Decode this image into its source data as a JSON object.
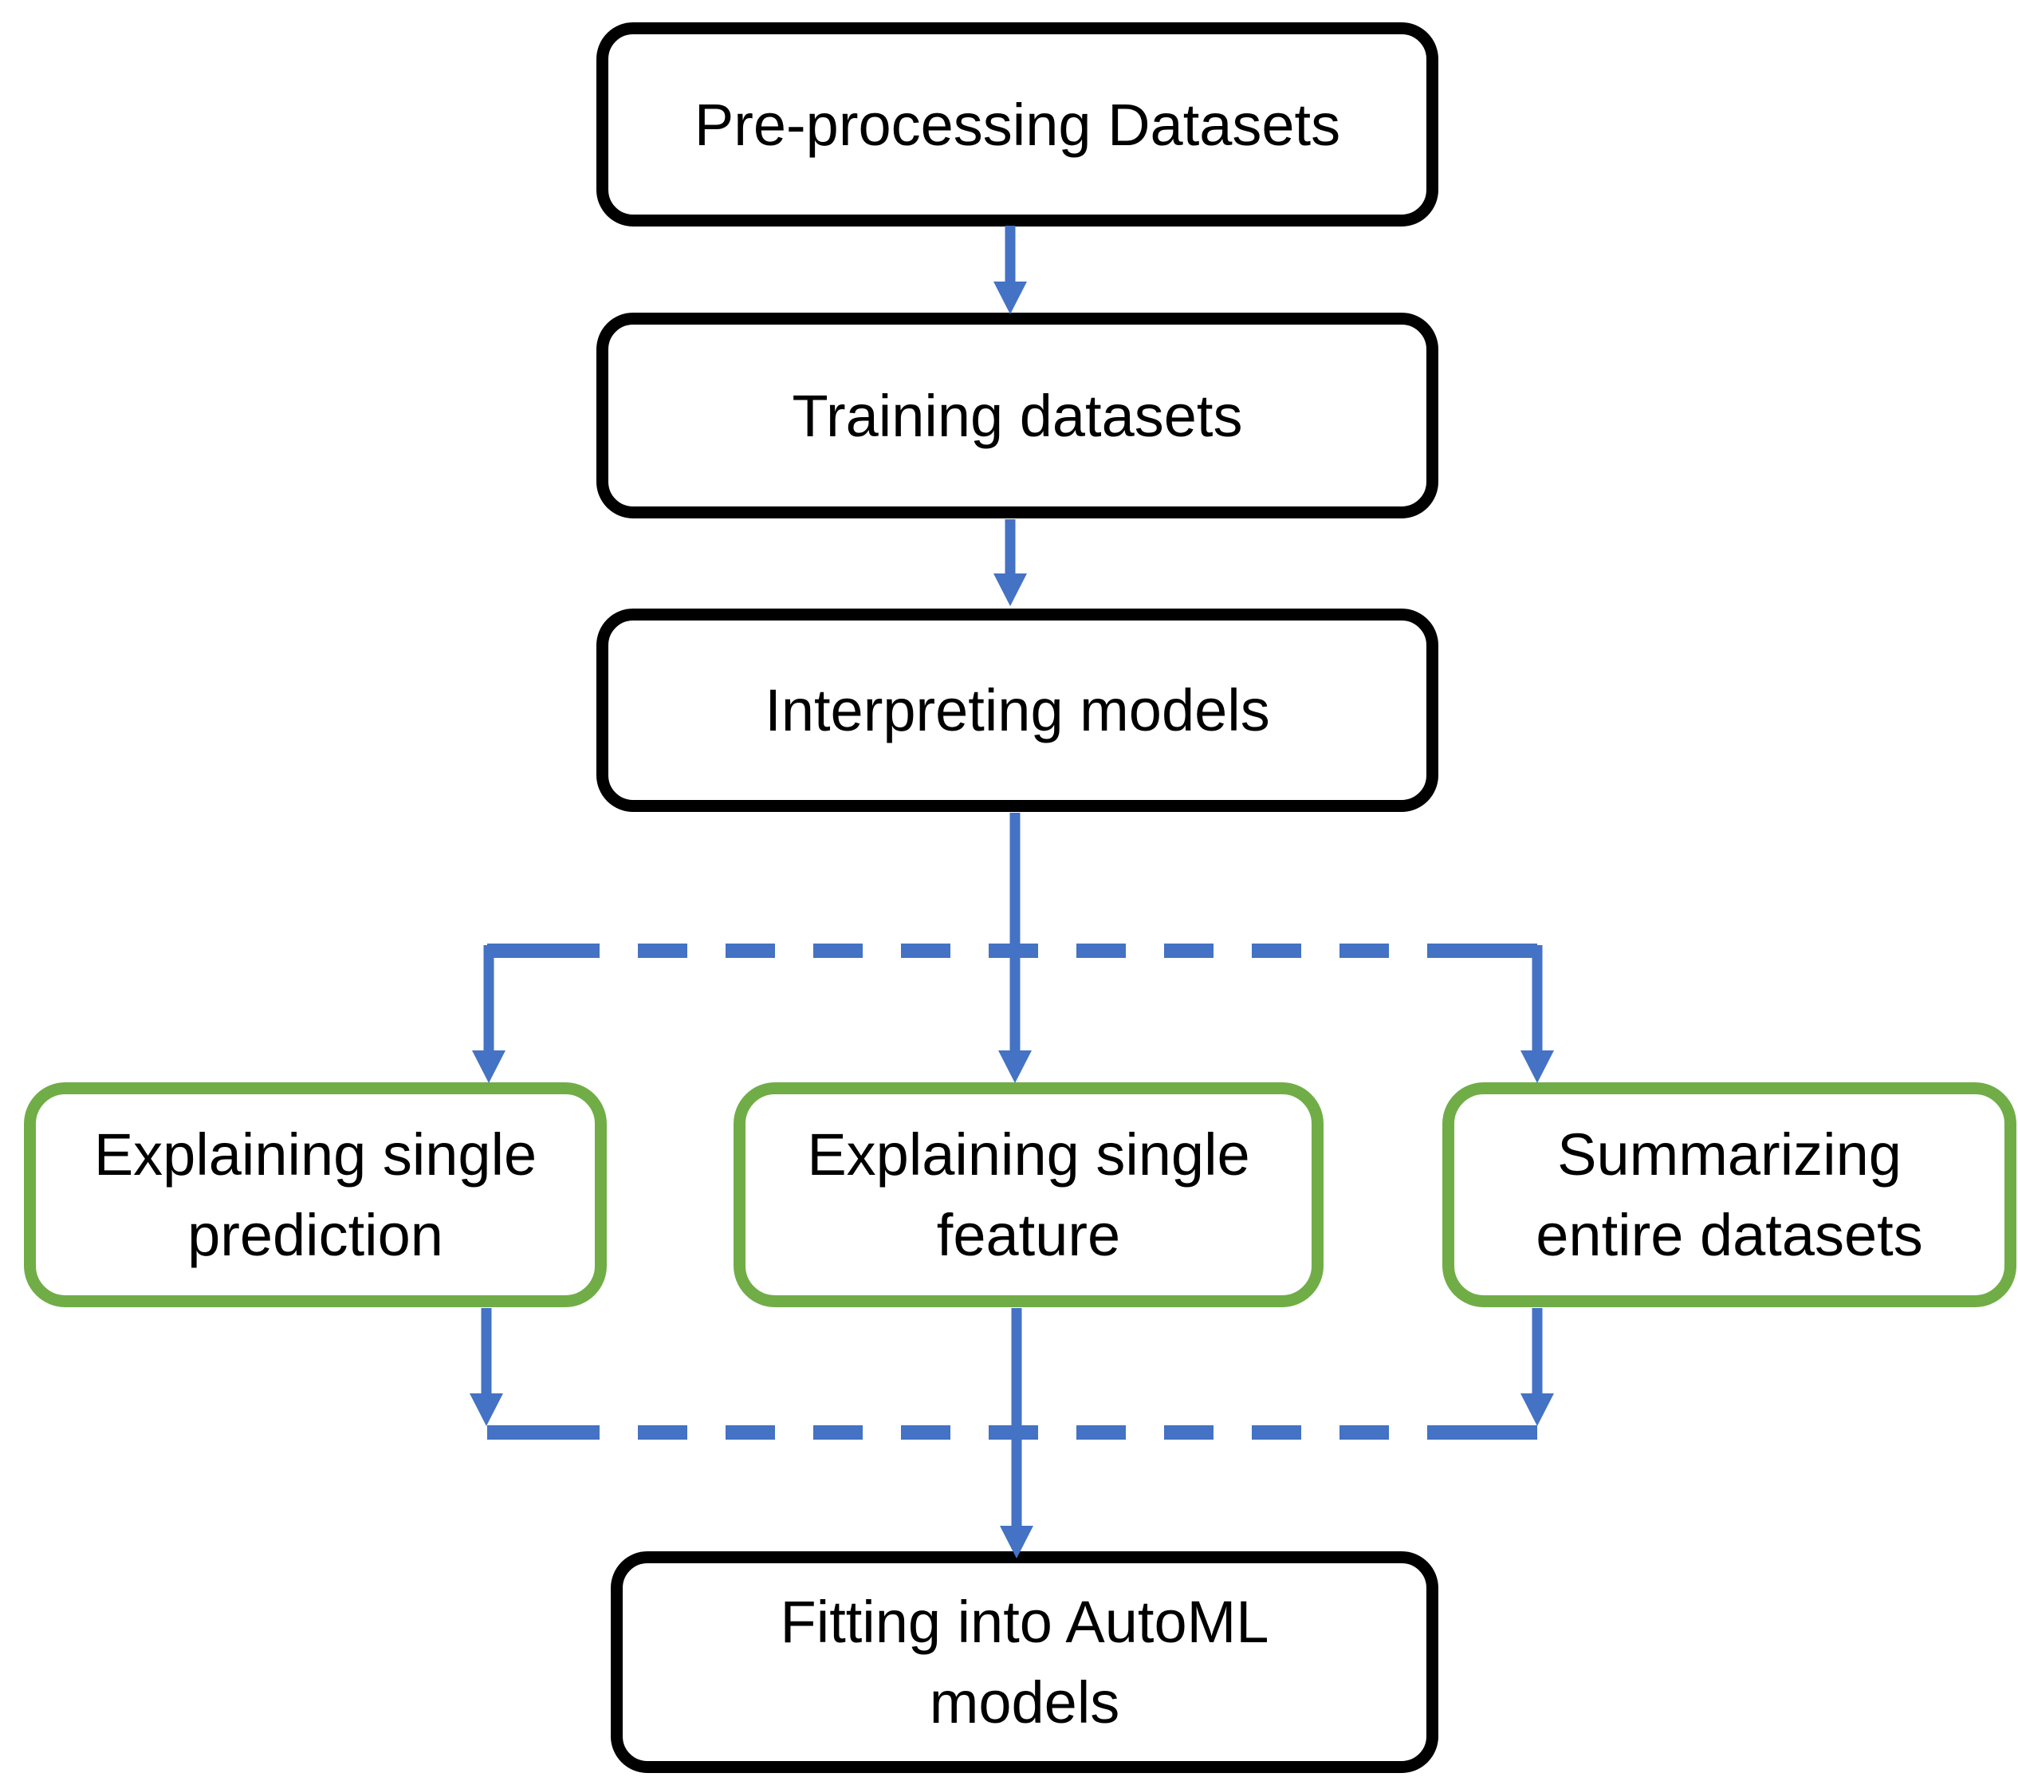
{
  "colors": {
    "arrow": "#4472C4",
    "stage_border": "#000000",
    "task_border": "#70AD47",
    "text": "#000000",
    "background": "#FFFFFF"
  },
  "nodes": [
    {
      "id": "preprocessing",
      "label": "Pre-processing Datasets",
      "lines": [
        "Pre-processing Datasets"
      ],
      "border": "black"
    },
    {
      "id": "training",
      "label": "Training datasets",
      "lines": [
        "Training datasets"
      ],
      "border": "black"
    },
    {
      "id": "interpreting",
      "label": "Interpreting models",
      "lines": [
        "Interpreting models"
      ],
      "border": "black"
    },
    {
      "id": "explaining-prediction",
      "label": "Explaining single prediction",
      "lines": [
        "Explaining single",
        "prediction"
      ],
      "border": "green"
    },
    {
      "id": "explaining-feature",
      "label": "Explaining single feature",
      "lines": [
        "Explaining single",
        "feature"
      ],
      "border": "green"
    },
    {
      "id": "summarizing-datasets",
      "label": "Summarizing entire datasets",
      "lines": [
        "Summarizing",
        "entire datasets"
      ],
      "border": "green"
    },
    {
      "id": "fitting-automl",
      "label": "Fitting into AutoML models",
      "lines": [
        "Fitting into AutoML",
        "models"
      ],
      "border": "black"
    }
  ],
  "edges": [
    {
      "from": "preprocessing",
      "to": "training",
      "style": "solid-arrow"
    },
    {
      "from": "training",
      "to": "interpreting",
      "style": "solid-arrow"
    },
    {
      "from": "interpreting",
      "to": "explaining-feature",
      "style": "solid-arrow"
    },
    {
      "from": "interpreting",
      "to": "explaining-prediction",
      "style": "dashed-branch-arrow"
    },
    {
      "from": "interpreting",
      "to": "summarizing-datasets",
      "style": "dashed-branch-arrow"
    },
    {
      "from": "explaining-prediction",
      "to": "fitting-automl",
      "style": "dashed-merge-arrow"
    },
    {
      "from": "explaining-feature",
      "to": "fitting-automl",
      "style": "solid-arrow"
    },
    {
      "from": "summarizing-datasets",
      "to": "fitting-automl",
      "style": "dashed-merge-arrow"
    }
  ]
}
